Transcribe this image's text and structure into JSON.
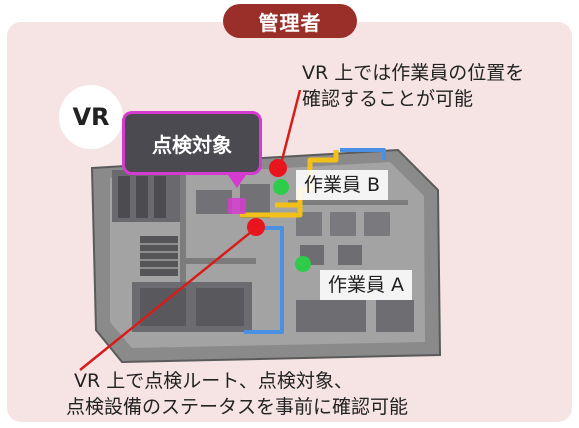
{
  "role_badge": "管理者",
  "vr_badge": "VR",
  "inspection_target_label": "点検対象",
  "annotations": {
    "worker_position_line1": "VR 上では作業員の位置を",
    "worker_position_line2": "確認することが可能",
    "route_line1": "VR 上で点検ルート、点検対象、",
    "route_line2": "点検設備のステータスを事前に確認可能"
  },
  "workers": [
    {
      "label": "作業員 B",
      "status_color": "#2ecc4a"
    },
    {
      "label": "作業員 A",
      "status_color": "#2ecc4a"
    }
  ],
  "markers": {
    "route_point_color": "#e8141e",
    "inspection_color": "#d53bd0"
  },
  "routes": {
    "worker_b_route_color": "#f2c018",
    "inspection_route_color": "#4a90e2"
  },
  "colors": {
    "badge": "#9a2f2a",
    "panel": "#f6e4e4",
    "leader_line": "#d81c1c"
  }
}
